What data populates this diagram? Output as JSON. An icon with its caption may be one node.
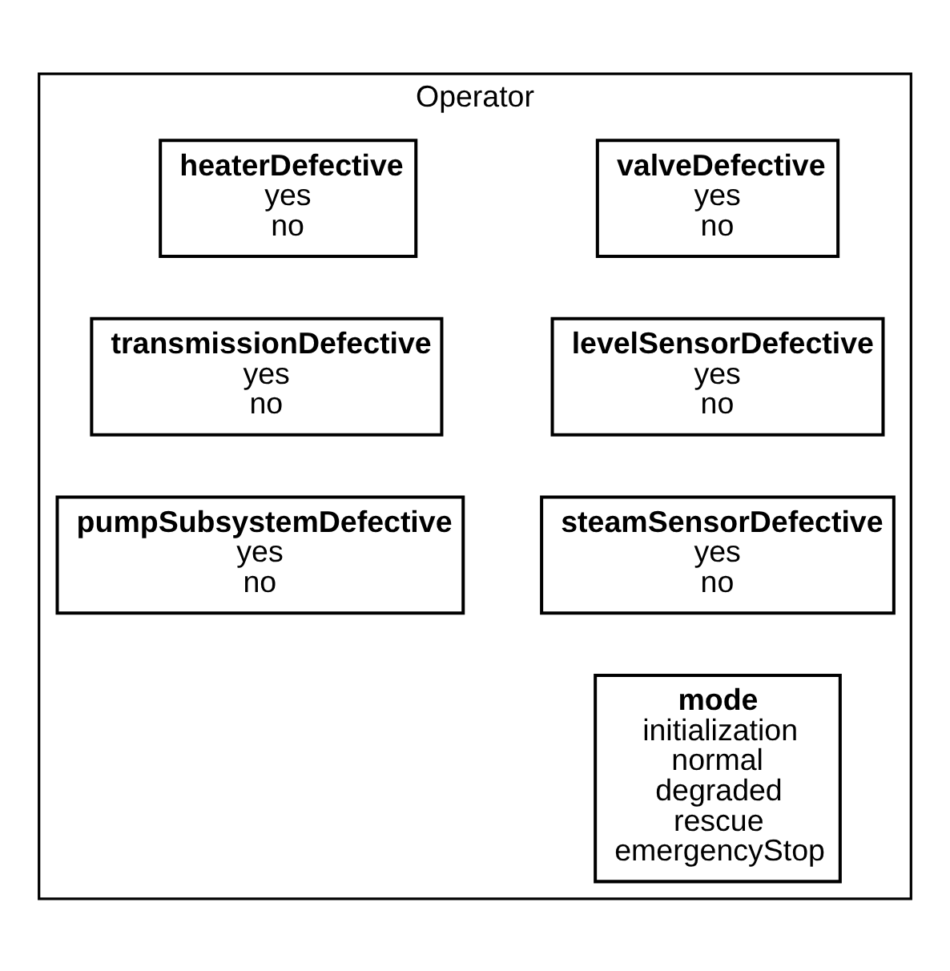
{
  "diagram": {
    "nodes": [
      {
        "text": [
          "Operator"
        ]
      },
      {
        "text": [
          "valveDefective",
          "yes",
          "no"
        ],
        "in": 0
      },
      {
        "text": [
          "heaterDefective",
          "yes",
          "no"
        ],
        "in": 0
      },
      {
        "text": [
          "levelSensorDefective",
          "yes",
          "no"
        ],
        "in": 0
      },
      {
        "text": [
          "transmissionDefective",
          "yes",
          "no"
        ],
        "in": 0
      },
      {
        "text": [
          "steamSensorDefective",
          "yes",
          "no"
        ],
        "in": 0
      },
      {
        "text": [
          "pumpSubsystemDefective",
          "yes",
          "no"
        ],
        "in": 0
      },
      {
        "text": [
          "mode",
          "initialization",
          "normal",
          "degraded",
          "rescue",
          "emergencyStop"
        ],
        "in": 0
      }
    ],
    "edges": []
  }
}
